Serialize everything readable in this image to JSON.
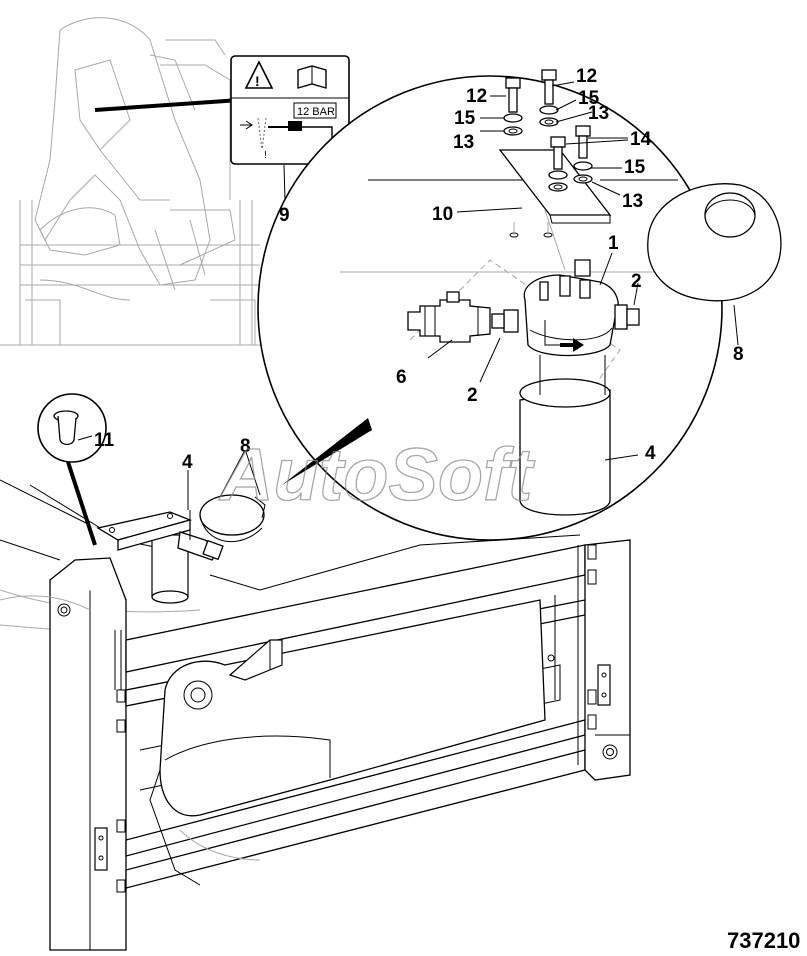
{
  "figure_number": "737210",
  "watermark": "AutoSoft",
  "warning_label": {
    "pressure_text": "12 BAR",
    "icon_warning": "warning-triangle-icon",
    "icon_manual": "book-icon"
  },
  "callouts": {
    "c1": "1",
    "c2a": "2",
    "c2b": "2",
    "c4a": "4",
    "c4b": "4",
    "c6": "6",
    "c8a": "8",
    "c8b": "8",
    "c9": "9",
    "c10": "10",
    "c11": "11",
    "c12a": "12",
    "c12b": "12",
    "c13a": "13",
    "c13b": "13",
    "c13c": "13",
    "c14": "14",
    "c15a": "15",
    "c15b": "15",
    "c15c": "15"
  }
}
